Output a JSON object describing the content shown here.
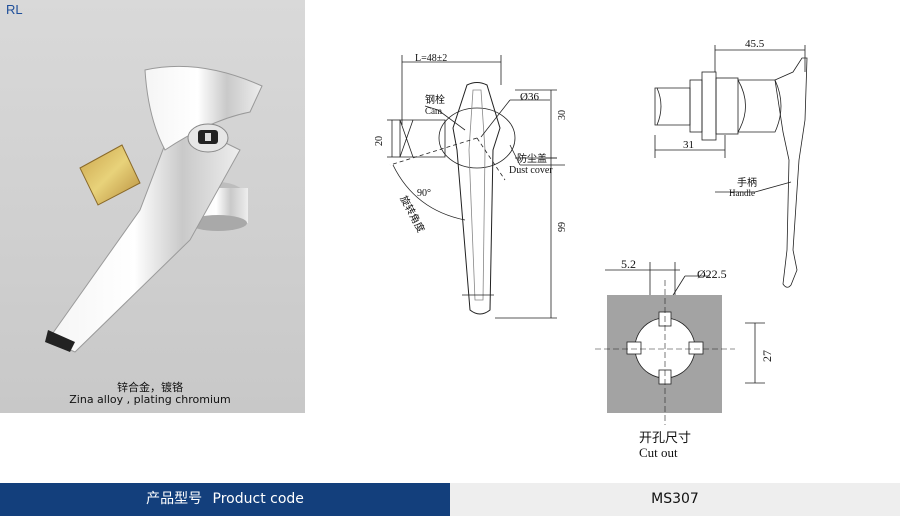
{
  "series_tag": "RL",
  "material": {
    "cn": "锌合金，镀铬",
    "en": "Zina alloy , plating chromium"
  },
  "front_view": {
    "length": "L=48±2",
    "diameter": "Ø36",
    "height_30": "30",
    "height_20": "20",
    "height_99": "99",
    "angle": "90°",
    "steel_cn": "钢栓",
    "cam_en": "Cam",
    "dust_cn": "防尘盖",
    "dust_en": "Dust cover",
    "rotation_cn": "旋转角度"
  },
  "side_view": {
    "width": "45.5",
    "depth": "31",
    "handle_cn": "手柄",
    "handle_en": "Handle"
  },
  "cutout": {
    "dim_52": "5.2",
    "dim_225": "Ø22.5",
    "dim_27": "27",
    "title_cn": "开孔尺寸",
    "title_en": "Cut out"
  },
  "footer": {
    "label_cn": "产品型号",
    "label_en": "Product code",
    "code": "MS307"
  }
}
